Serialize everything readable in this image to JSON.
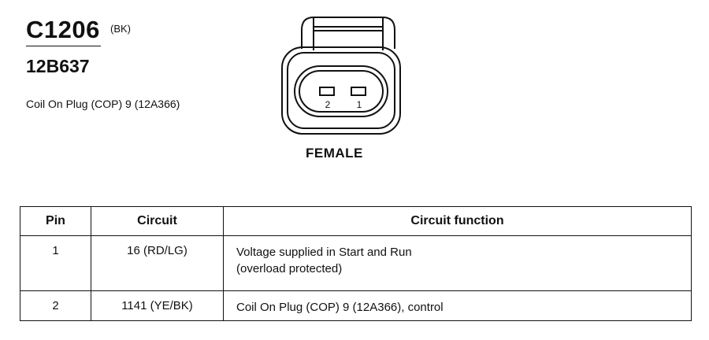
{
  "connector": {
    "id": "C1206",
    "color": "(BK)",
    "part_number": "12B637",
    "description": "Coil On Plug (COP) 9 (12A366)",
    "gender": "FEMALE",
    "pin_labels": [
      "2",
      "1"
    ]
  },
  "table": {
    "headers": {
      "pin": "Pin",
      "circuit": "Circuit",
      "function": "Circuit function"
    },
    "rows": [
      {
        "pin": "1",
        "circuit": "16 (RD/LG)",
        "function_lines": [
          "Voltage supplied in Start and Run",
          "(overload protected)"
        ]
      },
      {
        "pin": "2",
        "circuit": "1141 (YE/BK)",
        "function_lines": [
          "Coil On Plug (COP) 9 (12A366), control"
        ]
      }
    ]
  }
}
